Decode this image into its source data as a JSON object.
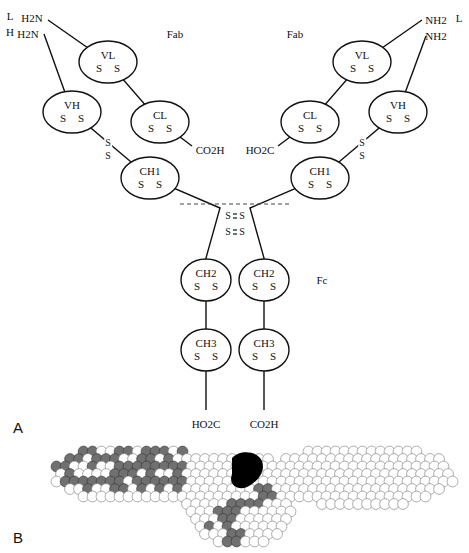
{
  "diagram": {
    "nodes": [
      {
        "text": [
          "VL",
          "S",
          "S"
        ]
      },
      {
        "text": [
          "VH",
          "S",
          "S"
        ]
      },
      {
        "text": [
          "CL",
          "S",
          "S"
        ]
      },
      {
        "text": [
          "CH1",
          "S",
          "S"
        ]
      },
      {
        "text": [
          "VL",
          "S",
          "S"
        ]
      },
      {
        "text": [
          "VH",
          "S",
          "S"
        ]
      },
      {
        "text": [
          "CL",
          "S",
          "S"
        ]
      },
      {
        "text": [
          "CH1",
          "S",
          "S"
        ]
      },
      {
        "text": [
          "CH2",
          "S",
          "S"
        ]
      },
      {
        "text": [
          "CH2",
          "S",
          "S"
        ]
      },
      {
        "text": [
          "CH3",
          "S",
          "S"
        ]
      },
      {
        "text": [
          "CH3",
          "S",
          "S"
        ]
      }
    ],
    "labels": [
      "L",
      "H2N",
      "H",
      "H2N",
      "NH2",
      "L",
      "NH2",
      "Fab",
      "Fab",
      "CO2H",
      "HO2C",
      "S",
      "S",
      "S",
      "S",
      "S",
      "S",
      "S",
      "S",
      "Fc",
      "HO2C",
      "CO2H",
      "A",
      "B"
    ]
  }
}
